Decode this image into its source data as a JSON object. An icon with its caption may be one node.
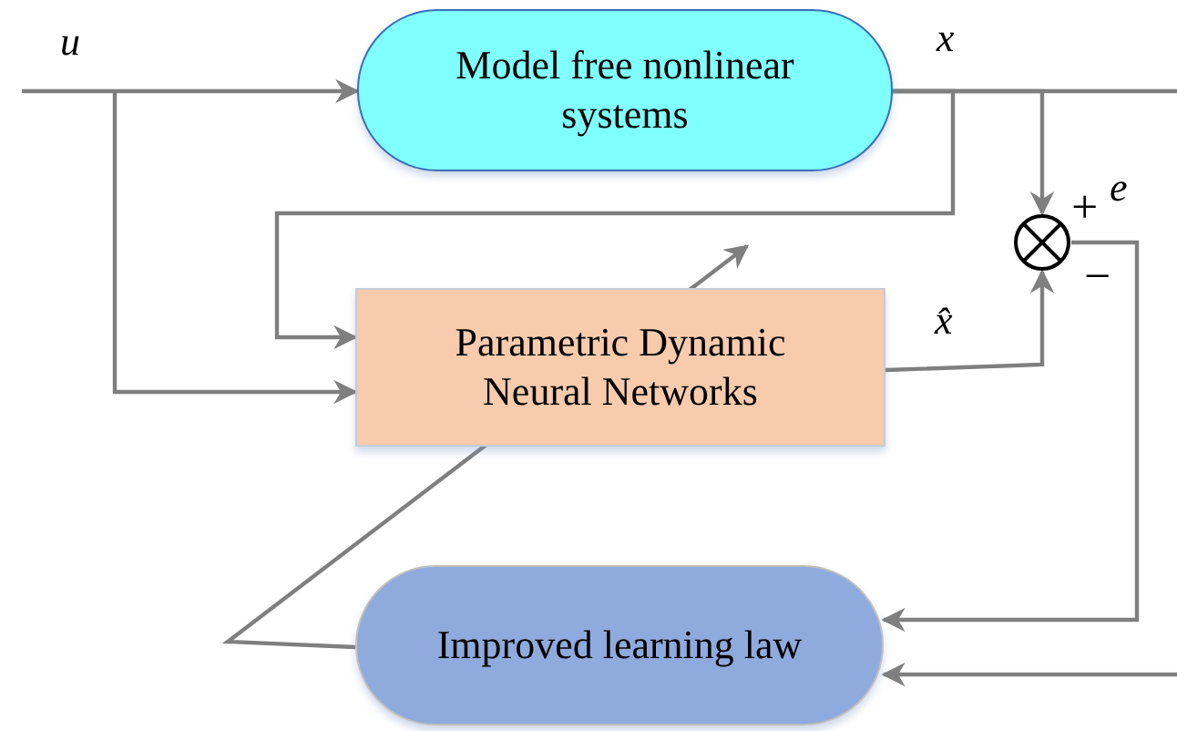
{
  "diagram": {
    "nodes": [
      {
        "text": [
          "Model free nonlinear systems"
        ]
      },
      {
        "text": [
          "Parametric Dynamic Neural Networks"
        ]
      },
      {
        "text": [
          "Improved learning law"
        ]
      },
      {
        "text": [],
        "shape": "circle"
      }
    ],
    "edges": [
      {
        "from": null,
        "to": 0,
        "arrow": "to"
      },
      {
        "from": null,
        "to": 1,
        "arrow": "to"
      },
      {
        "from": 0,
        "to": null,
        "arrow": "none"
      },
      {
        "from": 0,
        "to": 1,
        "arrow": "to"
      },
      {
        "from": 0,
        "to": 3,
        "arrow": "to"
      },
      {
        "from": 1,
        "to": 3,
        "arrow": "to"
      },
      {
        "from": 3,
        "to": 2,
        "arrow": "to"
      },
      {
        "from": null,
        "to": 2,
        "arrow": "to"
      },
      {
        "from": 2,
        "to": 1,
        "arrow": "to"
      }
    ],
    "labels": [
      "u",
      "x",
      "+",
      "e",
      "−",
      "x̂"
    ]
  }
}
